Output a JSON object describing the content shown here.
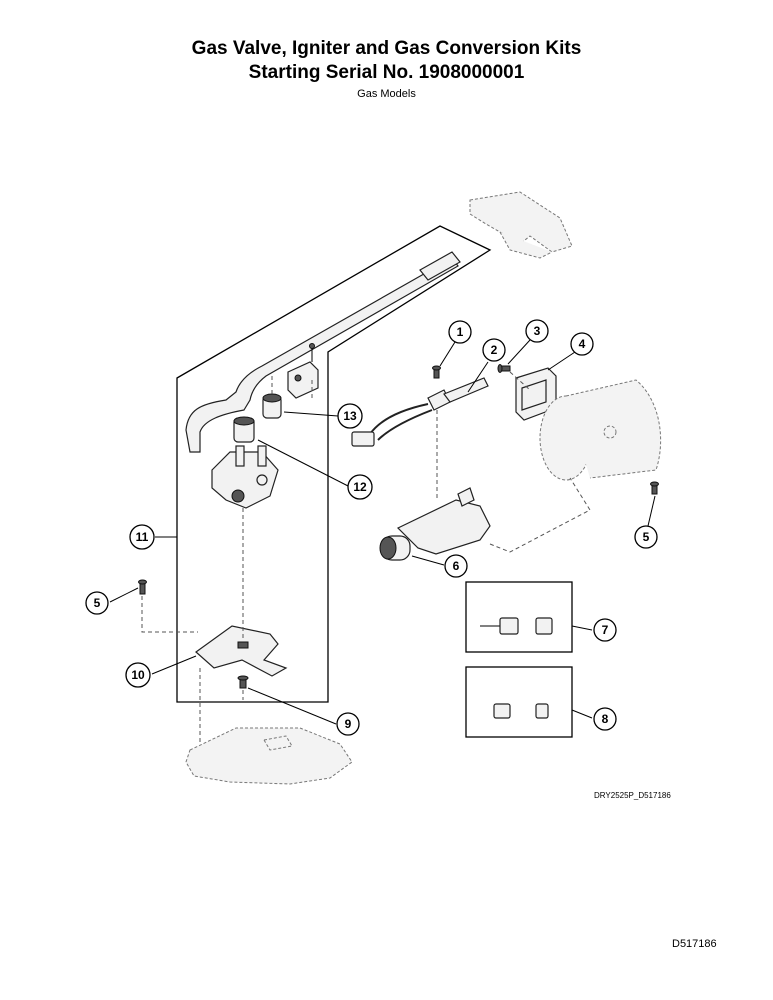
{
  "title_line1": "Gas Valve, Igniter and Gas Conversion Kits",
  "title_line2": "Starting Serial No. 1908000001",
  "subtitle": "Gas Models",
  "drawing_reference": "DRY2525P_D517186",
  "document_number": "D517186",
  "callouts": {
    "c1": "1",
    "c2": "2",
    "c3": "3",
    "c4": "4",
    "c5a": "5",
    "c5b": "5",
    "c6": "6",
    "c7": "7",
    "c8": "8",
    "c9": "9",
    "c10": "10",
    "c11": "11",
    "c12": "12",
    "c13": "13"
  }
}
